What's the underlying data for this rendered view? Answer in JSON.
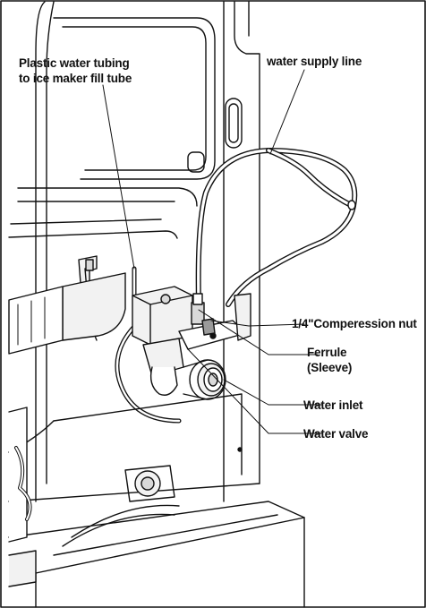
{
  "labels": {
    "plastic_tubing": [
      "Plastic water tubing",
      "to ice maker fill tube"
    ],
    "water_supply_line": "water supply line",
    "compression_nut": "1/4\"Comperession nut",
    "ferrule": [
      "Ferrule",
      "(Sleeve)"
    ],
    "water_inlet": "Water inlet",
    "water_valve": "Water valve"
  },
  "colors": {
    "line": "#111111",
    "fill_light": "#f2f2f2",
    "fill_mid": "#d9d9d9",
    "fill_dark": "#9a9a9a",
    "background": "#ffffff"
  }
}
